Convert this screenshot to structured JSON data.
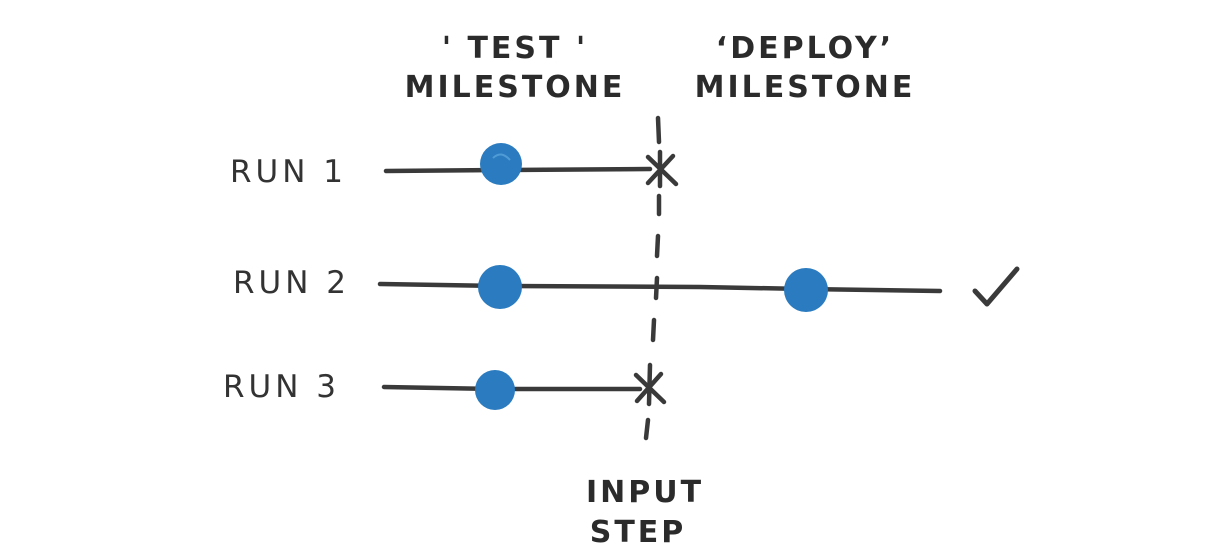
{
  "milestones": {
    "test": {
      "line1": "' TEST '",
      "line2": "MILESTONE"
    },
    "deploy": {
      "line1": "‘DEPLOY’",
      "line2": "MILESTONE"
    }
  },
  "input_step": {
    "line1": "INPUT",
    "line2": "STEP"
  },
  "runs": [
    {
      "label": "RUN 1",
      "reached_test": true,
      "reached_deploy": false,
      "stopped_at_input": true,
      "succeeded": false
    },
    {
      "label": "RUN 2",
      "reached_test": true,
      "reached_deploy": true,
      "stopped_at_input": false,
      "succeeded": true
    },
    {
      "label": "RUN 3",
      "reached_test": true,
      "reached_deploy": false,
      "stopped_at_input": true,
      "succeeded": false
    }
  ],
  "colors": {
    "milestone_dot": "#2a7bbf",
    "ink": "#3a3a3a",
    "background": "#ffffff"
  },
  "icons": {
    "success": "check-icon",
    "stopped": "cross-icon",
    "milestone": "milestone-dot-icon"
  }
}
